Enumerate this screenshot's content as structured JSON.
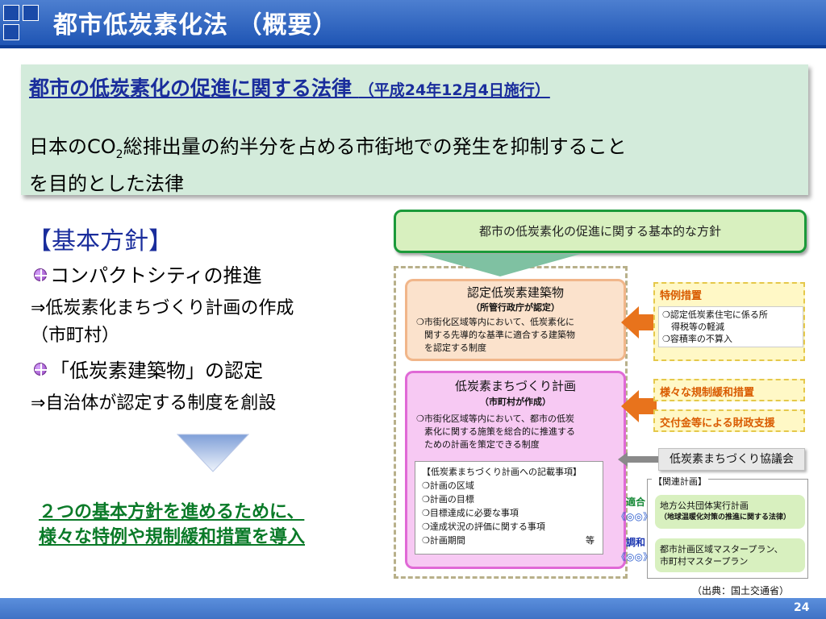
{
  "page": {
    "title": "都市低炭素化法 （概要）",
    "page_number": "24",
    "source": "（出典：国土交通省）"
  },
  "law": {
    "name": "都市の低炭素化の促進に関する法律",
    "date": "（平成24年12月4日施行）",
    "description_line1_a": "日本のCO",
    "description_line1_sub": "2",
    "description_line1_b": "総排出量の約半分を占める市街地での発生を抑制すること",
    "description_line2": "を目的とした法律"
  },
  "policies": {
    "heading": "【基本方針】",
    "items": [
      {
        "label": "コンパクトシティの推進",
        "sub1": "⇒低炭素化まちづくり計画の作成",
        "sub2": "（市町村）"
      },
      {
        "label": "「低炭素建築物」の認定",
        "sub1": "⇒自治体が認定する制度を創設",
        "sub2": ""
      }
    ],
    "conclusion_line1": "２つの基本方針を進めるために、",
    "conclusion_line2": "様々な特例や規制緩和措置を導入"
  },
  "diagram": {
    "top_policy": "都市の低炭素化の促進に関する基本的な方針",
    "certified_building": {
      "title": "認定低炭素建築物",
      "subtitle": "（所管行政庁が認定）",
      "desc1": "❍市街化区域等内において、低炭素化に",
      "desc2": "関する先導的な基準に適合する建築物",
      "desc3": "を認定する制度"
    },
    "plan": {
      "title": "低炭素まちづくり計画",
      "subtitle": "（市町村が作成）",
      "desc1": "❍市街化区域等内において、都市の低炭",
      "desc2": "素化に関する施策を総合的に推進する",
      "desc3": "ための計画を策定できる制度",
      "items_title": "【低炭素まちづくり計画への記載事項】",
      "items": [
        "❍計画の区域",
        "❍計画の目標",
        "❍目標達成に必要な事項",
        "❍達成状況の評価に関する事項",
        "❍計画期間"
      ],
      "etc": "等"
    },
    "special": {
      "heading": "特例措置",
      "items": [
        "❍認定低炭素住宅に係る所",
        "　得税等の軽減",
        "❍容積率の不算入"
      ]
    },
    "deregulation": "様々な規制緩和措置",
    "subsidy": "交付金等による財政支援",
    "council": "低炭素まちづくり協議会",
    "related": {
      "label": "【関連計画】",
      "tag_conform": "適合",
      "tag_harmony": "調和",
      "plan1": "地方公共団体実行計画",
      "plan1_note": "（地球温暖化対策の推進に関する法律）",
      "plan2_line1": "都市計画区域マスタープラン、",
      "plan2_line2": "市町村マスタープラン"
    }
  },
  "colors": {
    "title_bar": "#1f55b4",
    "law_box": "#d3ebdb",
    "heading_blue": "#1a2d9c",
    "conclusion_green": "#0a7a28",
    "orange": "#d95b00"
  }
}
